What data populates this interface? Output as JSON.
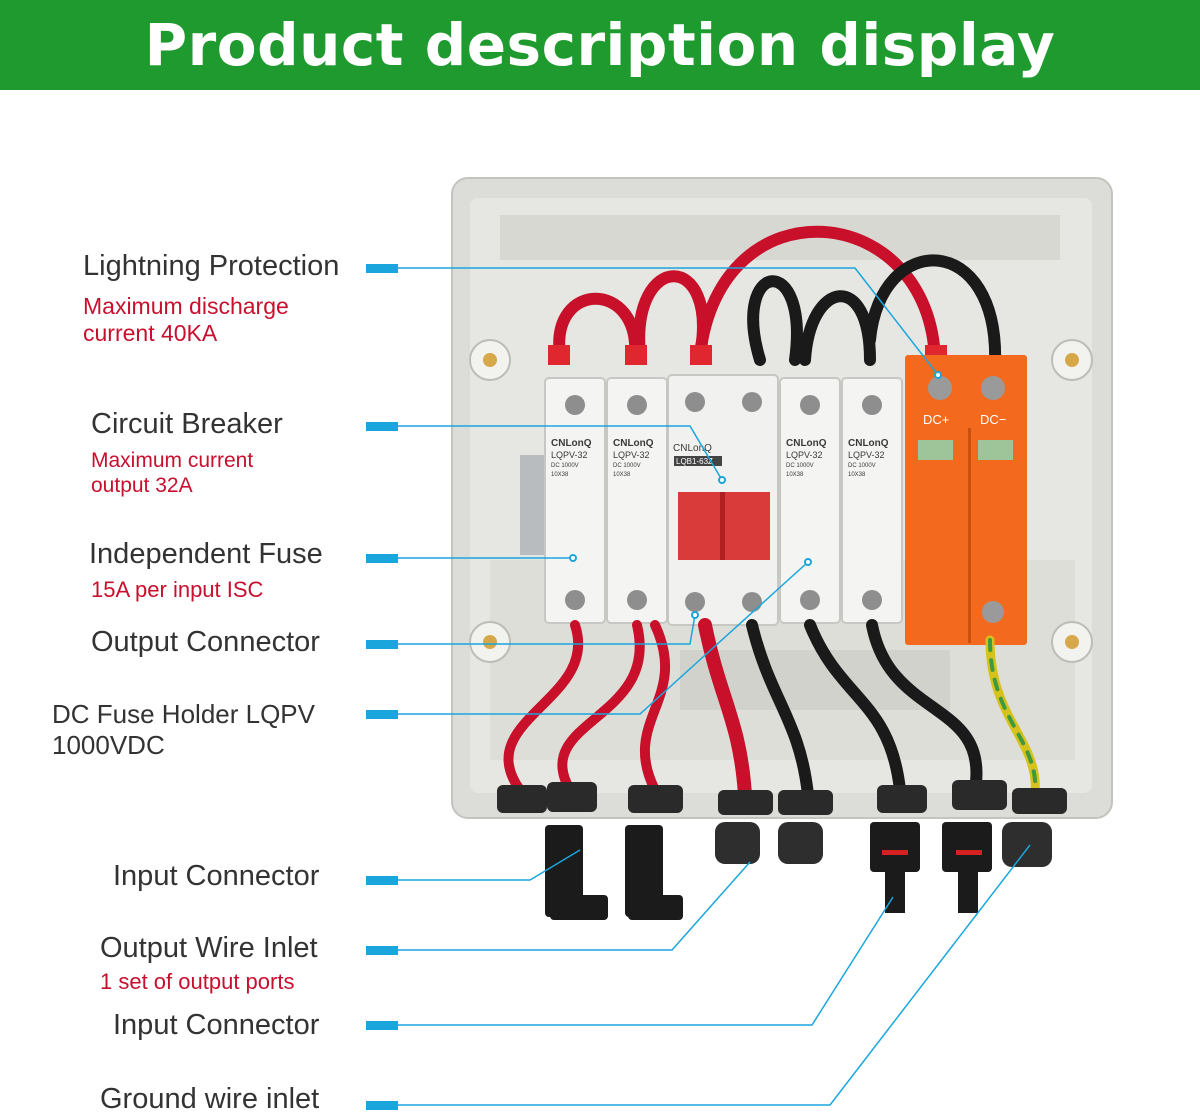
{
  "header": {
    "title": "Product description display"
  },
  "callouts": [
    {
      "label": "Lightning Protection",
      "note": "Maximum discharge\ncurrent 40KA"
    },
    {
      "label": "Circuit Breaker",
      "note": "Maximum current\noutput 32A"
    },
    {
      "label": "Independent Fuse",
      "note": "15A per input ISC"
    },
    {
      "label": "Output Connector",
      "note": ""
    },
    {
      "label": "DC Fuse Holder LQPV\n1000VDC",
      "note": ""
    },
    {
      "label": "Input Connector",
      "note": ""
    },
    {
      "label": "Output Wire Inlet",
      "note": "1 set of output ports"
    },
    {
      "label": "Input Connector",
      "note": ""
    },
    {
      "label": "Ground wire inlet",
      "note": ""
    }
  ],
  "device_markings": {
    "brand": "CNLonQ",
    "fuse_model": "LQPV-32",
    "fuse_rating": "DC 1000V",
    "fuse_size": "10X38",
    "breaker_model": "LQB1-63Z",
    "spd_pos": "DC+",
    "spd_neg": "DC−"
  },
  "colors": {
    "banner": "#1f9a2e",
    "leader": "#1aa6dd",
    "note": "#c8102e",
    "spd": "#f36a1f",
    "wire_red": "#c8102a"
  }
}
